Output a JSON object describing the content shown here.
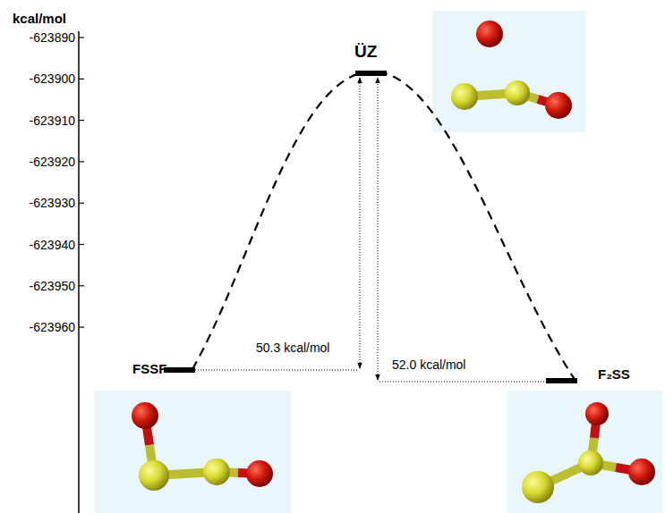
{
  "diagram": {
    "labels": [
      "kcal/mol",
      "-623890",
      "-623900",
      "-623910",
      "-623920",
      "-623930",
      "-623940",
      "-623950",
      "-623960",
      "ÜZ",
      "FSSF",
      "F₂SS",
      "50.3 kcal/mol",
      "52.0 kcal/mol"
    ]
  }
}
